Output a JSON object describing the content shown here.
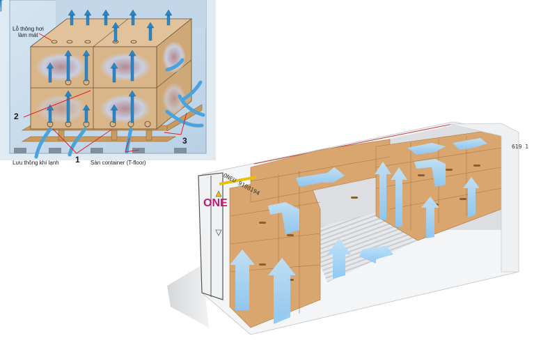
{
  "diagram_left": {
    "title": "Reefer container airflow through cargo boxes on pallet",
    "labels": {
      "vent_hole": "Lỗ thông hơi",
      "vent_hole_line2": "làm mát",
      "cold_air_flow": "Lưu thông khí lạnh",
      "container_floor": "Sàn container (T-floor)",
      "marker_1": "1",
      "marker_2": "2",
      "marker_3": "3"
    },
    "colors": {
      "wall": "#c9dcec",
      "box": "#d9b58a",
      "box_dark": "#b8915f",
      "arrow": "#2a86c4",
      "pointer": "#e02020",
      "pallet": "#c89a5e"
    }
  },
  "diagram_right": {
    "title": "Cutaway reefer container loaded with cartons and airflow arrows",
    "container_id_side": "ONEU 9108194",
    "container_id_end": "619 1",
    "brand_logo": "ONE",
    "colors": {
      "container": "#f4f5f6",
      "carton": "#d8a66e",
      "carton_dark": "#b98550",
      "airflow": "#8cc8f4",
      "floor": "#d9dcdf",
      "brand": "#c2187a"
    }
  }
}
